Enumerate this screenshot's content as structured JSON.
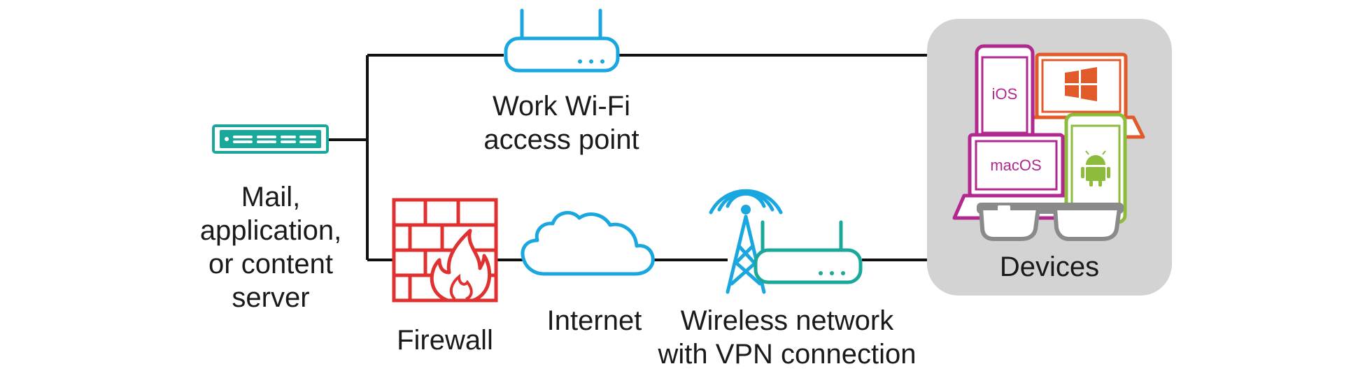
{
  "nodes": {
    "server": {
      "lines": [
        "Mail,",
        "application,",
        "or content",
        "server"
      ]
    },
    "wifi": {
      "lines": [
        "Work Wi-Fi",
        "access point"
      ]
    },
    "firewall": {
      "label": "Firewall"
    },
    "internet": {
      "label": "Internet"
    },
    "wireless": {
      "lines": [
        "Wireless network",
        "with VPN connection"
      ]
    },
    "devices": {
      "label": "Devices",
      "ios": "iOS",
      "macos": "macOS"
    }
  },
  "colors": {
    "teal": "#1aa89a",
    "blue": "#1aa7df",
    "red": "#e03131",
    "magenta": "#b1288f",
    "orange": "#e05a2a",
    "green": "#8dbb3b",
    "gray": "#8a8a8a",
    "panel": "#d3d3d3",
    "line": "#111111"
  },
  "icons": [
    "server-icon",
    "wifi-router-icon",
    "firewall-icon",
    "cloud-icon",
    "cell-tower-icon",
    "router-icon",
    "windows-logo-icon",
    "android-icon",
    "smart-glasses-icon"
  ]
}
